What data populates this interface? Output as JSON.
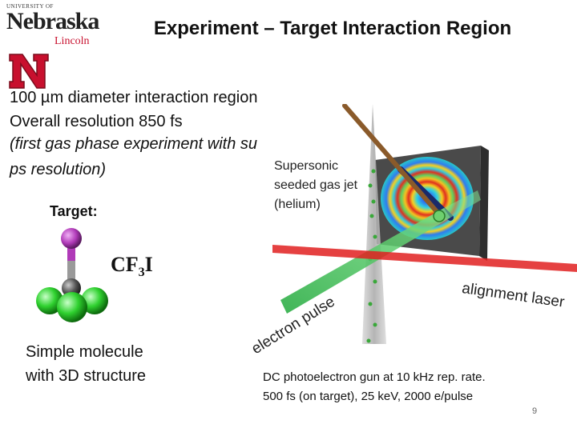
{
  "header": {
    "university_small": "UNIVERSITY OF",
    "university_name": "Nebraska",
    "university_campus": "Lincoln",
    "title": "Experiment – Target Interaction Region"
  },
  "bullets": {
    "line1": "100 µm diameter interaction region",
    "line2": "Overall resolution 850 fs",
    "line3": "(first gas phase experiment with su",
    "line4": "ps resolution)"
  },
  "target": {
    "label": "Target:",
    "formula_main": "CF",
    "formula_sub": "3",
    "formula_end": "I",
    "caption_line1": "Simple molecule",
    "caption_line2": "with 3D structure"
  },
  "figure": {
    "jet_label_line1": "Supersonic",
    "jet_label_line2": "seeded gas jet",
    "jet_label_line3": "(helium)",
    "alignment_label": "alignment laser",
    "electron_label": "electron pulse"
  },
  "gun": {
    "line1": "DC photoelectron gun at 10 kHz rep. rate.",
    "line2": "500 fs (on target), 25 keV, 2000 e/pulse"
  },
  "page_number": "9",
  "colors": {
    "brand_red": "#c8102e",
    "laser_red": "#e02020",
    "beam_green": "#22c24a",
    "iodine_purple": "#b03ab8",
    "fluorine_green": "#2fd12f"
  }
}
